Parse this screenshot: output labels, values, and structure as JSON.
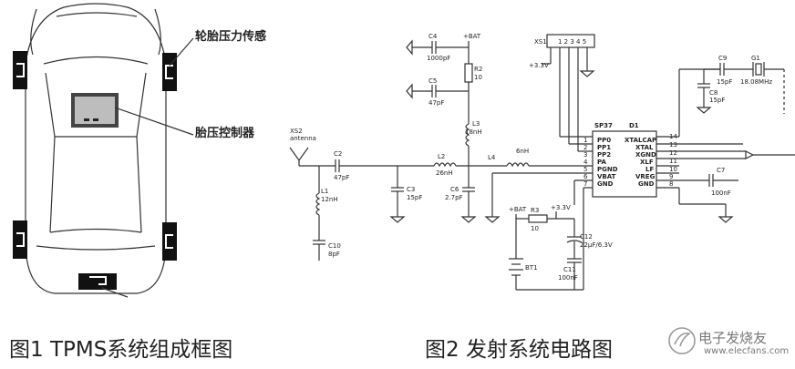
{
  "figure1": {
    "caption": "图1  TPMS系统组成框图",
    "label_sensor": "轮胎压力传感",
    "label_controller": "胎压控制器"
  },
  "figure2": {
    "caption": "图2   发射系统电路图",
    "components": {
      "antenna": {
        "ref": "XS2",
        "note": "antenna"
      },
      "C4": {
        "ref": "C4",
        "value": "1000pF"
      },
      "bat_top": "+BAT",
      "R2": {
        "ref": "R2",
        "value": "10"
      },
      "C5": {
        "ref": "C5",
        "value": "47pF"
      },
      "L3": {
        "ref": "L3",
        "value": "18nH"
      },
      "C2": {
        "ref": "C2",
        "value": "47pF"
      },
      "L2": {
        "ref": "L2",
        "value": "26nH"
      },
      "C3": {
        "ref": "C3",
        "value": "15pF"
      },
      "C6": {
        "ref": "C6",
        "value": "2.7pF"
      },
      "L4": {
        "ref": "L4",
        "value": "6nH"
      },
      "L1": {
        "ref": "L1",
        "value": "12nH"
      },
      "C10": {
        "ref": "C10",
        "value": "8pF"
      },
      "XS1": {
        "ref": "XS1",
        "supply": "+3.3V"
      },
      "IC": {
        "part": "SP37",
        "ref": "D1"
      },
      "C9": {
        "ref": "C9",
        "value": "15pF"
      },
      "G1": {
        "ref": "G1",
        "value": "18.08MHz"
      },
      "C8": {
        "ref": "C8",
        "value": "15pF"
      },
      "C7": {
        "ref": "C7",
        "value": "100nF"
      },
      "bat_bottom": "+BAT",
      "R3": {
        "ref": "R3",
        "value": "10"
      },
      "supply_33": "+3.3V",
      "C12": {
        "ref": "C12",
        "value": "22μF/6.3V"
      },
      "BT1": {
        "ref": "BT1"
      },
      "C11": {
        "ref": "C11",
        "value": "100nF"
      }
    },
    "ic_pins_left": [
      {
        "num": "1",
        "name": "PP0"
      },
      {
        "num": "2",
        "name": "PP1"
      },
      {
        "num": "3",
        "name": "PP2"
      },
      {
        "num": "4",
        "name": "PA"
      },
      {
        "num": "5",
        "name": "PGND"
      },
      {
        "num": "6",
        "name": "VBAT"
      },
      {
        "num": "7",
        "name": "GND"
      }
    ],
    "ic_pins_right": [
      {
        "num": "14",
        "name": "XTALCAP"
      },
      {
        "num": "13",
        "name": "XTAL"
      },
      {
        "num": "12",
        "name": "XGND"
      },
      {
        "num": "11",
        "name": "XLF"
      },
      {
        "num": "10",
        "name": "LF"
      },
      {
        "num": "9",
        "name": "VREG"
      },
      {
        "num": "8",
        "name": "GND"
      }
    ]
  },
  "watermark": {
    "cn": "电子发烧友",
    "url": "www.elecfans.com"
  }
}
